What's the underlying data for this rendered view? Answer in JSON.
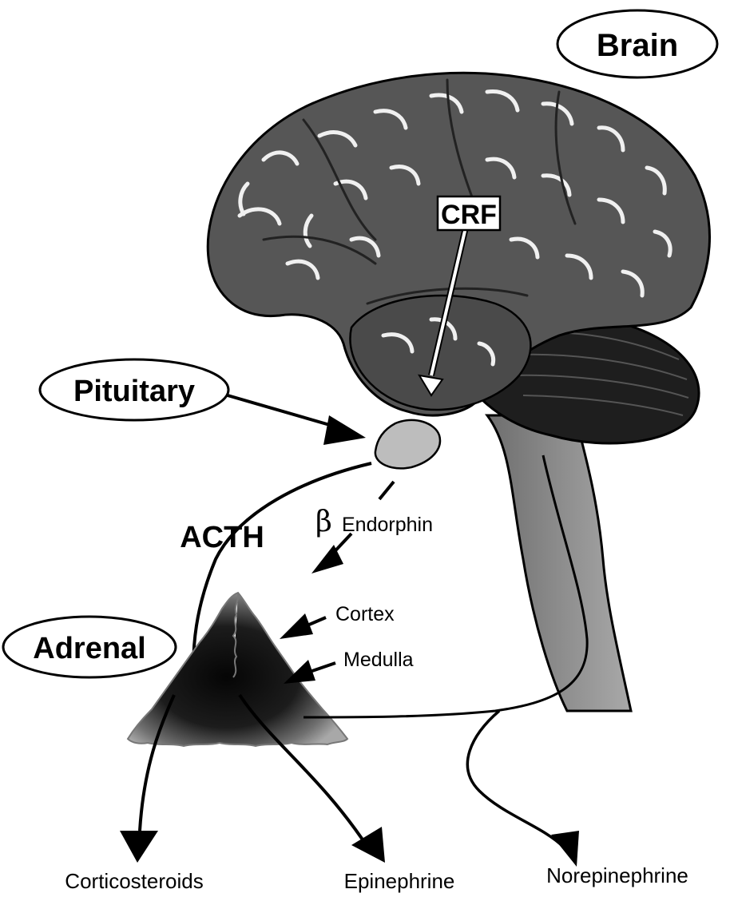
{
  "labels": {
    "brain": "Brain",
    "crf": "CRF",
    "pituitary": "Pituitary",
    "acth": "ACTH",
    "beta": "β",
    "endorphin": "Endorphin",
    "adrenal": "Adrenal",
    "cortex": "Cortex",
    "medulla": "Medulla",
    "corticosteroids": "Corticosteroids",
    "epinephrine": "Epinephrine",
    "norepinephrine": "Norepinephrine"
  },
  "colors": {
    "brain_fill": "#5a5a5a",
    "cerebellum_fill": "#1e1e1e",
    "brainstem_fill": "#8a8a8a",
    "pituitary_fill": "#bdbdbd",
    "adrenal_outer": "#9a9a9a",
    "adrenal_core": "#111111",
    "gyri_highlight": "#f2f2f2",
    "ink": "#000000"
  }
}
